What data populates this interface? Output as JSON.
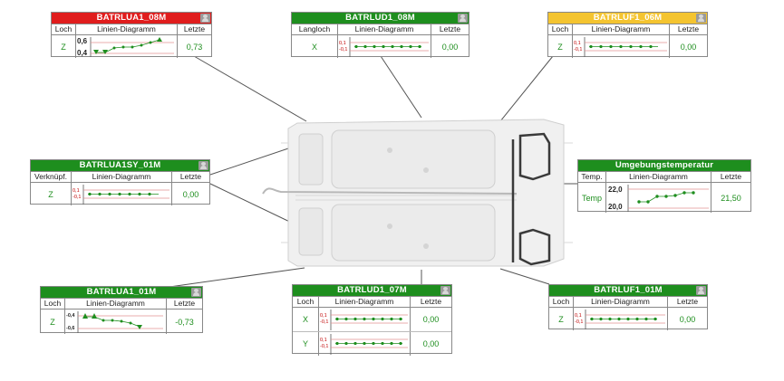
{
  "colors": {
    "green": "#1e8e1e",
    "red": "#e01d1d",
    "yellow": "#f4c430"
  },
  "panels": {
    "batrlua1_08m": {
      "title": "BATRLUA1_08M",
      "status": "red",
      "col1": "Loch",
      "col2": "Linien-Diagramm",
      "col3": "Letzte",
      "rows": [
        {
          "label": "Z",
          "value": "0,73",
          "ymax_label": "0,6",
          "ymin_label": "0,4"
        }
      ]
    },
    "batrlud1_08m": {
      "title": "BATRLUD1_08M",
      "status": "green",
      "col1": "Langloch",
      "col2": "Linien-Diagramm",
      "col3": "Letzte",
      "rows": [
        {
          "label": "X",
          "value": "0,00",
          "ymax_label": "0,1",
          "ymin_label": "-0,1"
        }
      ]
    },
    "batrluf1_06m": {
      "title": "BATRLUF1_06M",
      "status": "yellow",
      "col1": "Loch",
      "col2": "Linien-Diagramm",
      "col3": "Letzte",
      "rows": [
        {
          "label": "Z",
          "value": "0,00",
          "ymax_label": "0,1",
          "ymin_label": "-0,1"
        }
      ]
    },
    "batrlua1sy_01m": {
      "title": "BATRLUA1SY_01M",
      "status": "green",
      "col1": "Verknüpf.",
      "col2": "Linien-Diagramm",
      "col3": "Letzte",
      "rows": [
        {
          "label": "Z",
          "value": "0,00",
          "ymax_label": "0,1",
          "ymin_label": "-0,1"
        }
      ]
    },
    "umgebung": {
      "title": "Umgebungstemperatur",
      "status": "green",
      "col1": "Temp.",
      "col2": "Linien-Diagramm",
      "col3": "Letzte",
      "rows": [
        {
          "label": "Temp",
          "value": "21,50",
          "ymax_label": "22,0",
          "ymin_label": "20,0"
        }
      ]
    },
    "batrlua1_01m": {
      "title": "BATRLUA1_01M",
      "status": "green",
      "col1": "Loch",
      "col2": "Linien-Diagramm",
      "col3": "Letzte",
      "rows": [
        {
          "label": "Z",
          "value": "-0,73",
          "ymax_label": "-0,4",
          "ymin_label": "-0,6"
        }
      ]
    },
    "batrlud1_07m": {
      "title": "BATRLUD1_07M",
      "status": "green",
      "col1": "Loch",
      "col2": "Linien-Diagramm",
      "col3": "Letzte",
      "rows": [
        {
          "label": "X",
          "value": "0,00",
          "ymax_label": "0,1",
          "ymin_label": "-0,1"
        },
        {
          "label": "Y",
          "value": "0,00",
          "ymax_label": "0,1",
          "ymin_label": "-0,1"
        }
      ]
    },
    "batrluf1_01m": {
      "title": "BATRLUF1_01M",
      "status": "green",
      "col1": "Loch",
      "col2": "Linien-Diagramm",
      "col3": "Letzte",
      "rows": [
        {
          "label": "Z",
          "value": "0,00",
          "ymax_label": "0,1",
          "ymin_label": "-0,1"
        }
      ]
    }
  }
}
